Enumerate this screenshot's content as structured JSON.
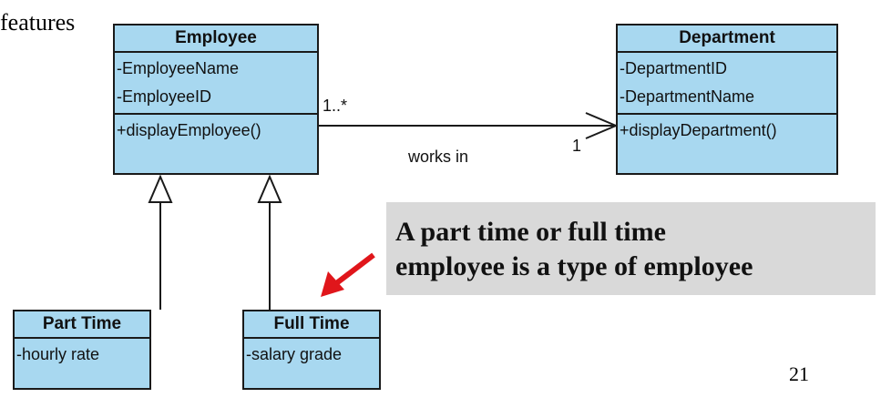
{
  "slide": {
    "heading_fragment": "features",
    "page_number": "21"
  },
  "classes": {
    "employee": {
      "name": "Employee",
      "attributes": [
        "-EmployeeName",
        "-EmployeeID"
      ],
      "operations": [
        "+displayEmployee()"
      ]
    },
    "department": {
      "name": "Department",
      "attributes": [
        "-DepartmentID",
        "-DepartmentName"
      ],
      "operations": [
        "+displayDepartment()"
      ]
    },
    "part_time": {
      "name": "Part Time",
      "attributes": [
        "-hourly rate"
      ]
    },
    "full_time": {
      "name": "Full Time",
      "attributes": [
        "-salary grade"
      ]
    }
  },
  "association": {
    "label": "works in",
    "source_multiplicity": "1..*",
    "target_multiplicity": "1"
  },
  "callout": {
    "line1": "A part time or full time",
    "line2": "employee is a type of employee"
  },
  "colors": {
    "class_fill": "#a8d8f0",
    "class_border": "#1a1a1a",
    "callout_fill": "#d9d9d9",
    "callout_arrow": "#e0161b"
  }
}
